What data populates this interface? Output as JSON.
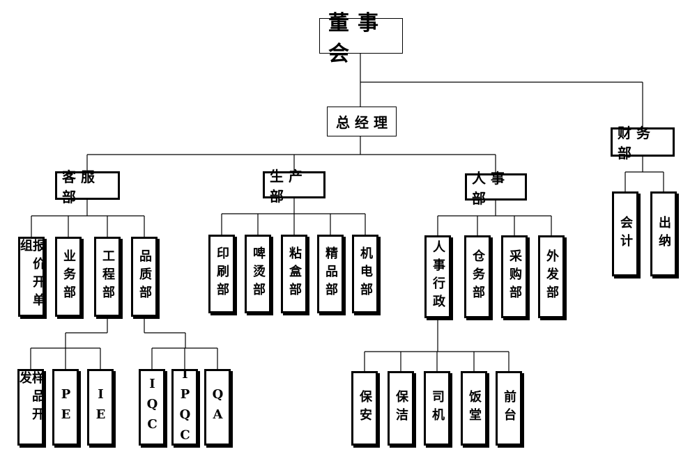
{
  "chart_data": {
    "type": "org_chart",
    "nodes": {
      "board": "董事会",
      "gm": "总经理",
      "finance": "财务部",
      "cs": "客服部",
      "prod": "生产部",
      "hr": "人事部",
      "quote": "报价开单组",
      "sales": "业务部",
      "eng": "工程部",
      "qc": "品质部",
      "print": "印刷部",
      "beer": "啤烫部",
      "paste": "粘盒部",
      "fine": "精品部",
      "mech": "机电部",
      "hradmin": "人事行政",
      "ware": "仓务部",
      "purch": "采购部",
      "out": "外发部",
      "acct": "会计",
      "cash": "出纳",
      "sample": "样品开发",
      "pe": "PE",
      "ie": "IE",
      "iqc": "IQC",
      "ipqc": "IPQC",
      "qa": "QA",
      "sec": "保安",
      "clean": "保洁",
      "driver": "司机",
      "canteen": "饭堂",
      "front": "前台"
    }
  }
}
